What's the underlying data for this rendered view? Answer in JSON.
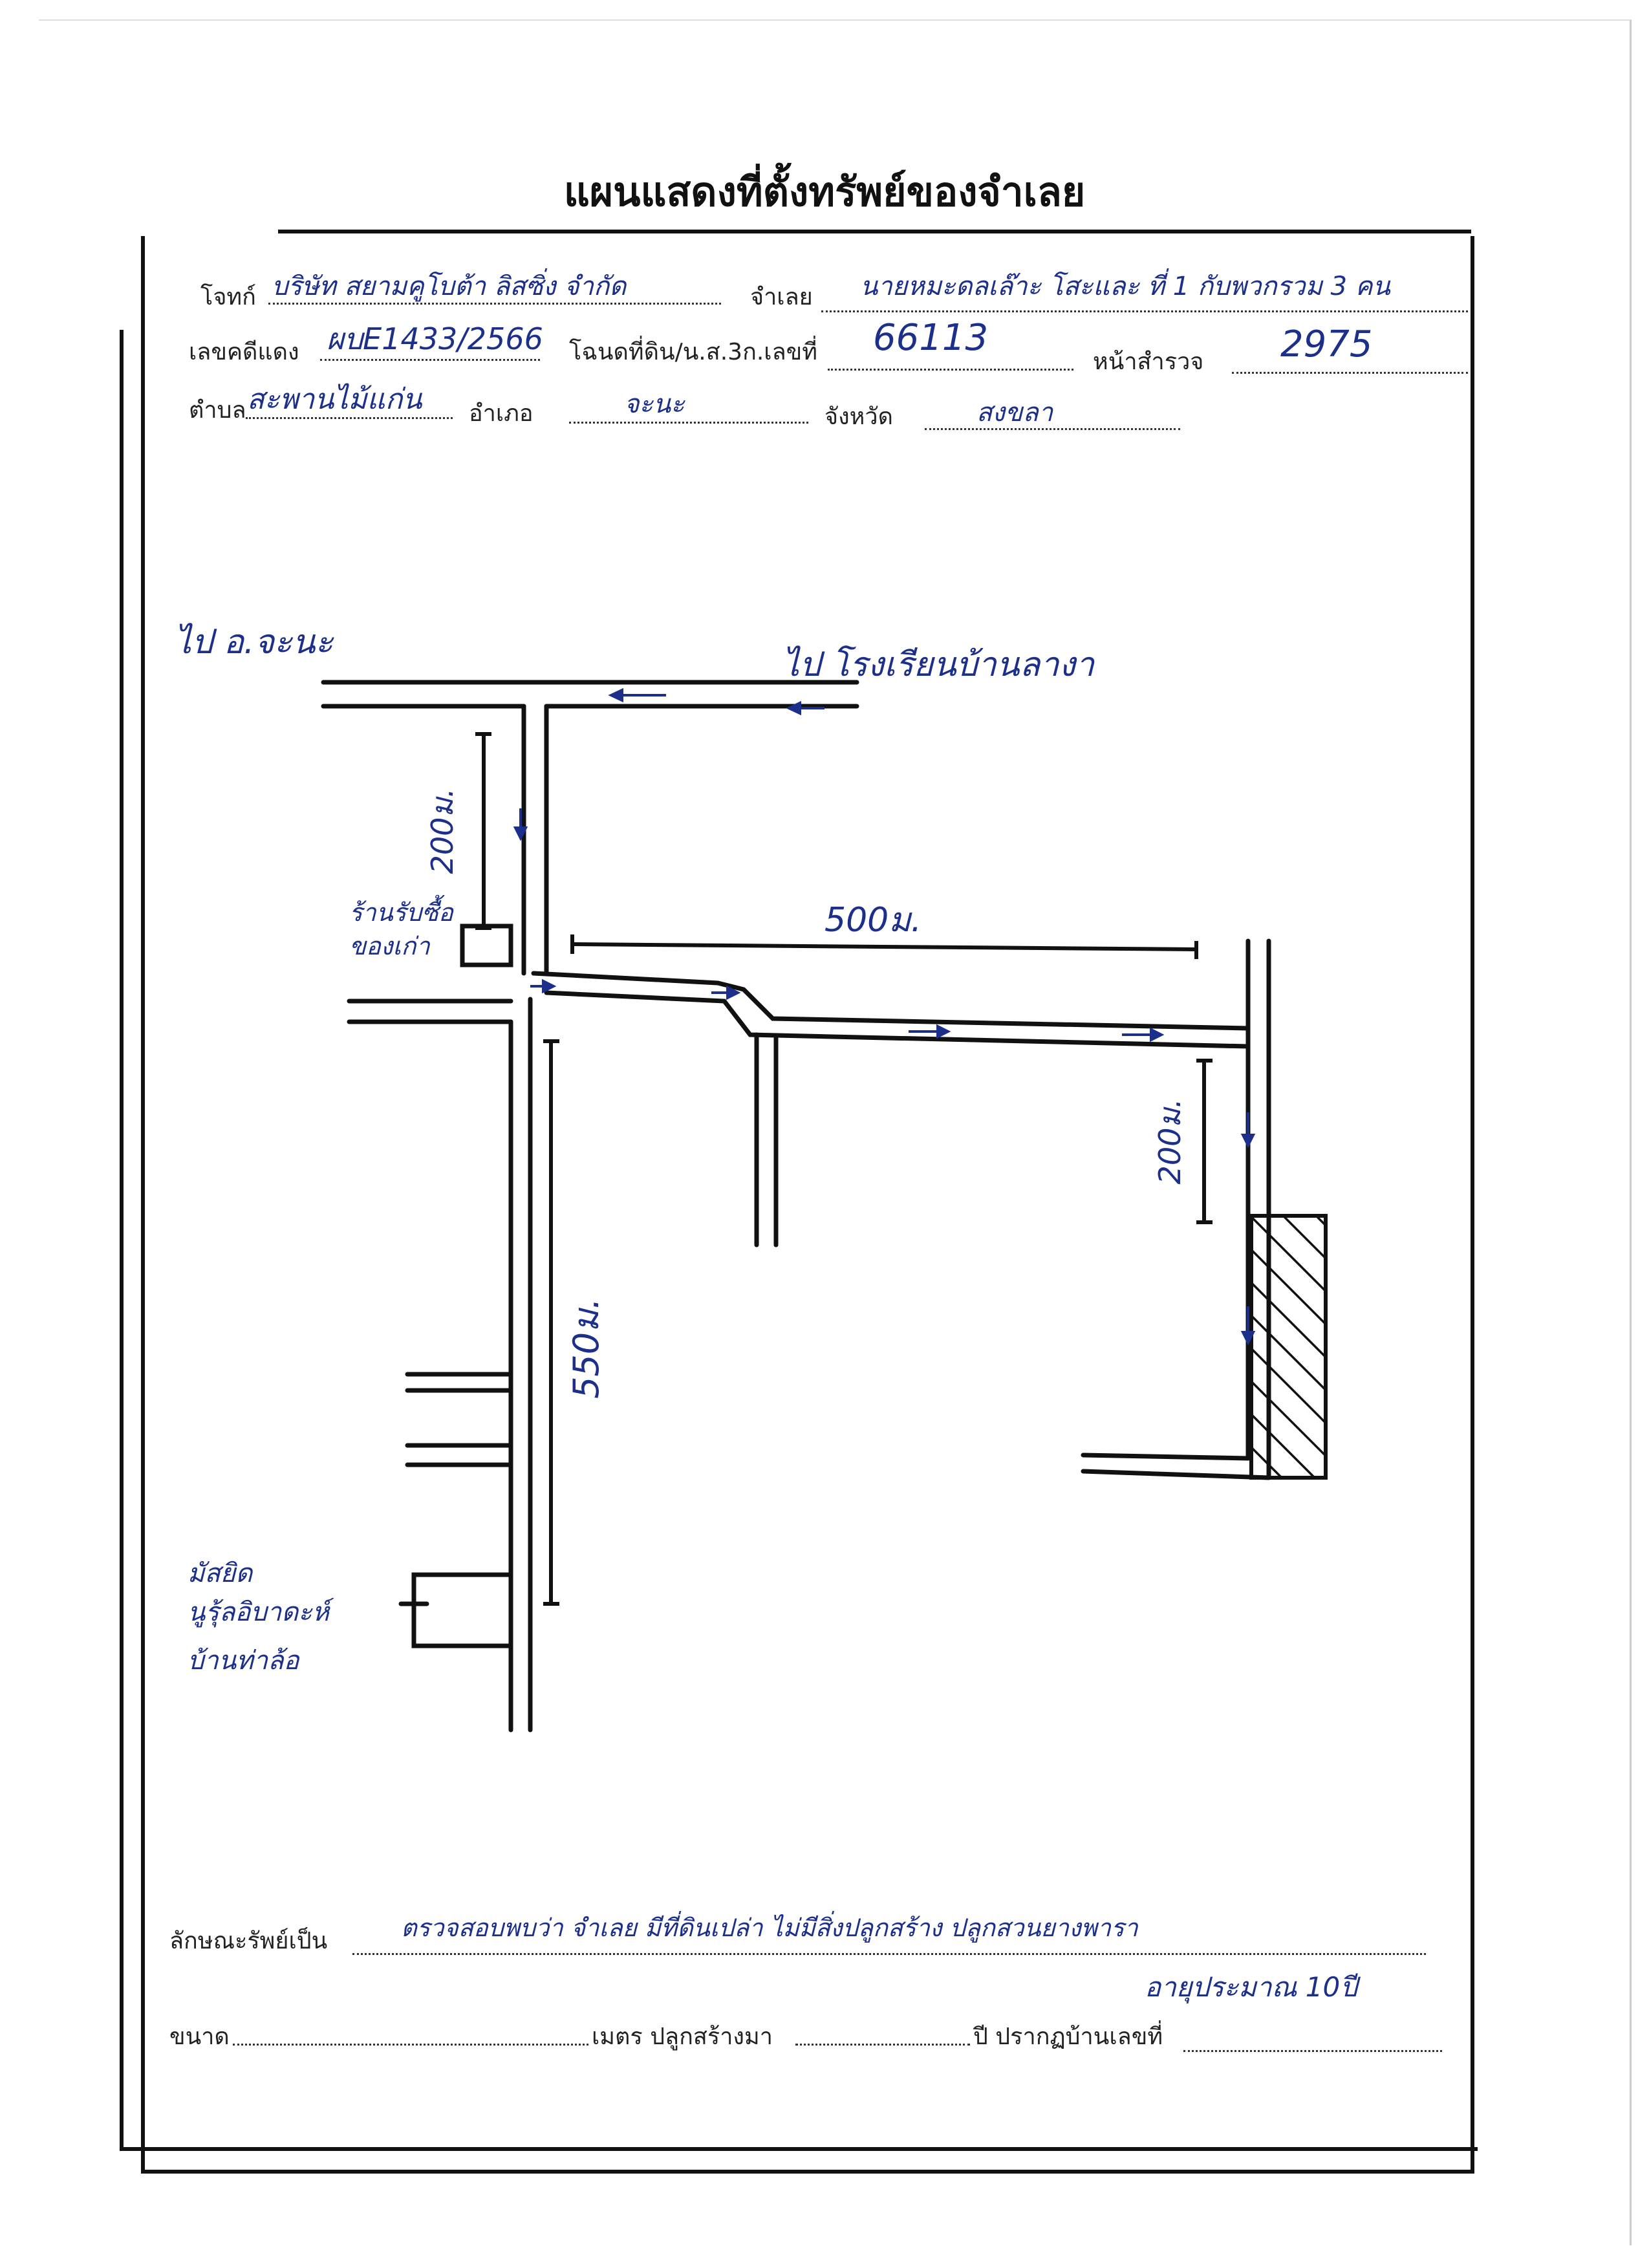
{
  "title": "แผนแสดงที่ตั้งทรัพย์ของจำเลย",
  "header": {
    "plaintiff_label": "โจทก์",
    "plaintiff_value": "บริษัท สยามคูโบต้า ลิสซิ่ง จำกัด",
    "defendant_label": "จำเลย",
    "defendant_value": "นายหมะดลเล๊าะ โสะและ ที่ 1 กับพวกรวม 3 คน",
    "case_label": "เลขคดีแดง",
    "case_value": "ผบE1433/2566",
    "deed_label": "โฉนดที่ดิน/น.ส.3ก.เลขที่",
    "deed_value": "66113",
    "survey_label": "หน้าสำรวจ",
    "survey_value": "2975",
    "subdistrict_label": "ตำบล",
    "subdistrict_value": "สะพานไม้แก่น",
    "district_label": "อำเภอ",
    "district_value": "จะนะ",
    "province_label": "จังหวัด",
    "province_value": "สงขลา"
  },
  "map": {
    "to_chana": "ไป อ.จะนะ",
    "to_school": "ไป โรงเรียนบ้านลางา",
    "dist_200_left": "200ม.",
    "shop_label_1": "ร้านรับซื้อ",
    "shop_label_2": "ของเก่า",
    "dist_500": "500ม.",
    "dist_200_right": "200ม.",
    "dist_550": "550ม.",
    "mosque_line1": "มัสยิด",
    "mosque_line2": "นูรุ้ลอิบาดะห์",
    "mosque_line3": "บ้านท่าล้อ"
  },
  "footer": {
    "property_label": "ลักษณะรัพย์เป็น",
    "property_value": "ตรวจสอบพบว่า จำเลย มีที่ดินเปล่า ไม่มีสิ่งปลูกสร้าง ปลูกสวนยางพารา",
    "property_value_2": "อายุประมาณ 10ปี",
    "size_label": "ขนาด",
    "meters_label": "เมตร ปลูกสร้างมา",
    "year_label": "ปี ปรากฏบ้านเลขที่"
  },
  "colors": {
    "ink": "#1c2f8a",
    "print": "#111111"
  }
}
